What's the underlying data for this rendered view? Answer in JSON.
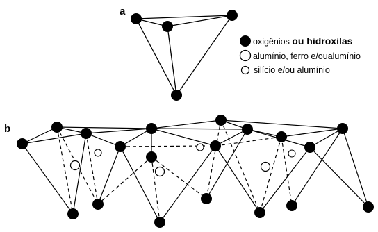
{
  "labels": {
    "a": "a",
    "b": "b"
  },
  "legend": {
    "item1_prefix": "oxigênios ",
    "item1_bold": "ou hidroxilas",
    "item2": "alumínio, ferro e/oualumínio",
    "item3": "silício e/ou alumínio"
  },
  "colors": {
    "oxygen": "#000000",
    "line": "#000000",
    "open_circle_fill": "#ffffff"
  }
}
